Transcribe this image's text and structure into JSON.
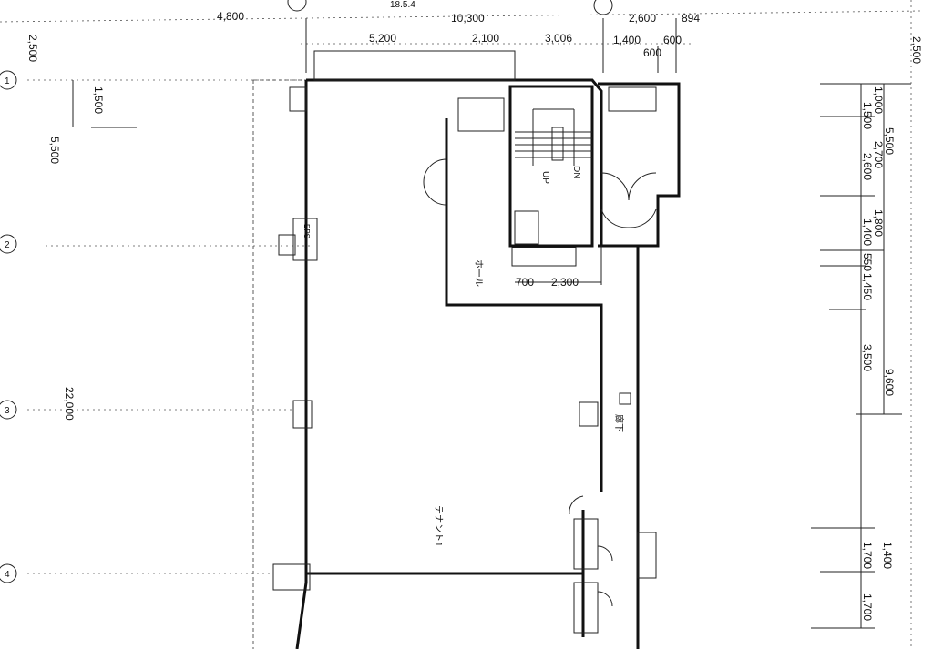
{
  "title_fragment": "18.5.4",
  "top_dims": {
    "a": "4,800",
    "b": "10,300",
    "c": "5,200",
    "d": "2,100",
    "e": "3,006",
    "f": "2,600",
    "g": "894",
    "h": "1,400",
    "i": "600",
    "j": "600"
  },
  "left_dims": {
    "a": "2,500",
    "b": "1,500",
    "c": "5,500",
    "d": "22,000"
  },
  "right_dims": {
    "a": "2,500",
    "b": "1,000",
    "c": "1,500",
    "d": "5,500",
    "e": "2,700",
    "f": "2,600",
    "g": "1,800",
    "h": "1,400",
    "i": "550",
    "j": "1,450",
    "k": "3,500",
    "l": "9,600",
    "m": "1,400",
    "n": "1,700",
    "o": "1,700"
  },
  "inner_dims": {
    "a": "700",
    "b": "2,300"
  },
  "grid_markers": [
    "1",
    "2",
    "3",
    "4"
  ],
  "rooms": {
    "stair_up": "UP",
    "stair_down": "DN",
    "tenant": "テナント1",
    "hall": "ホール",
    "corridor": "廊下",
    "shaft": "EPS"
  }
}
